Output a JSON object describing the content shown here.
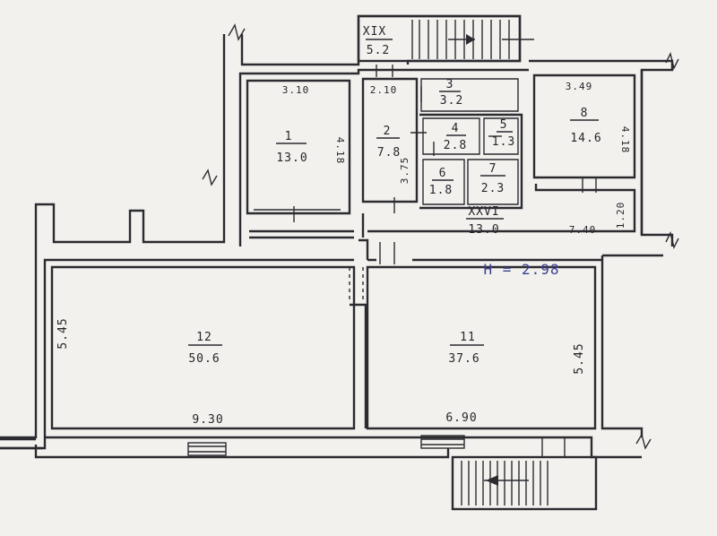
{
  "plan": {
    "height_note": "H = 2.98",
    "rooms": {
      "r1": {
        "num": "1",
        "area": "13.0"
      },
      "r2": {
        "num": "2",
        "area": "7.8"
      },
      "r3": {
        "num": "3",
        "area": "3.2"
      },
      "r4": {
        "num": "4",
        "area": "2.8"
      },
      "r5": {
        "num": "5",
        "area": "1.3"
      },
      "r6": {
        "num": "6",
        "area": "1.8"
      },
      "r7": {
        "num": "7",
        "area": "2.3"
      },
      "r8": {
        "num": "8",
        "area": "14.6"
      },
      "r11": {
        "num": "11",
        "area": "37.6"
      },
      "r12": {
        "num": "12",
        "area": "50.6"
      },
      "rXIX": {
        "num": "XIX",
        "area": "5.2"
      },
      "rXXVI": {
        "num": "XXVI",
        "area": "13.0"
      }
    },
    "dims": {
      "r1_width": "3.10",
      "r1_depth": "4.18",
      "r2_width": "2.10",
      "r2_depth": "3.75",
      "r8_width": "3.49",
      "r8_depth": "4.18",
      "corr_length": "7.40",
      "corr_width": "1.20",
      "r12_width": "9.30",
      "r12_depth": "5.45",
      "r11_width": "6.90",
      "r11_depth": "5.45"
    }
  }
}
